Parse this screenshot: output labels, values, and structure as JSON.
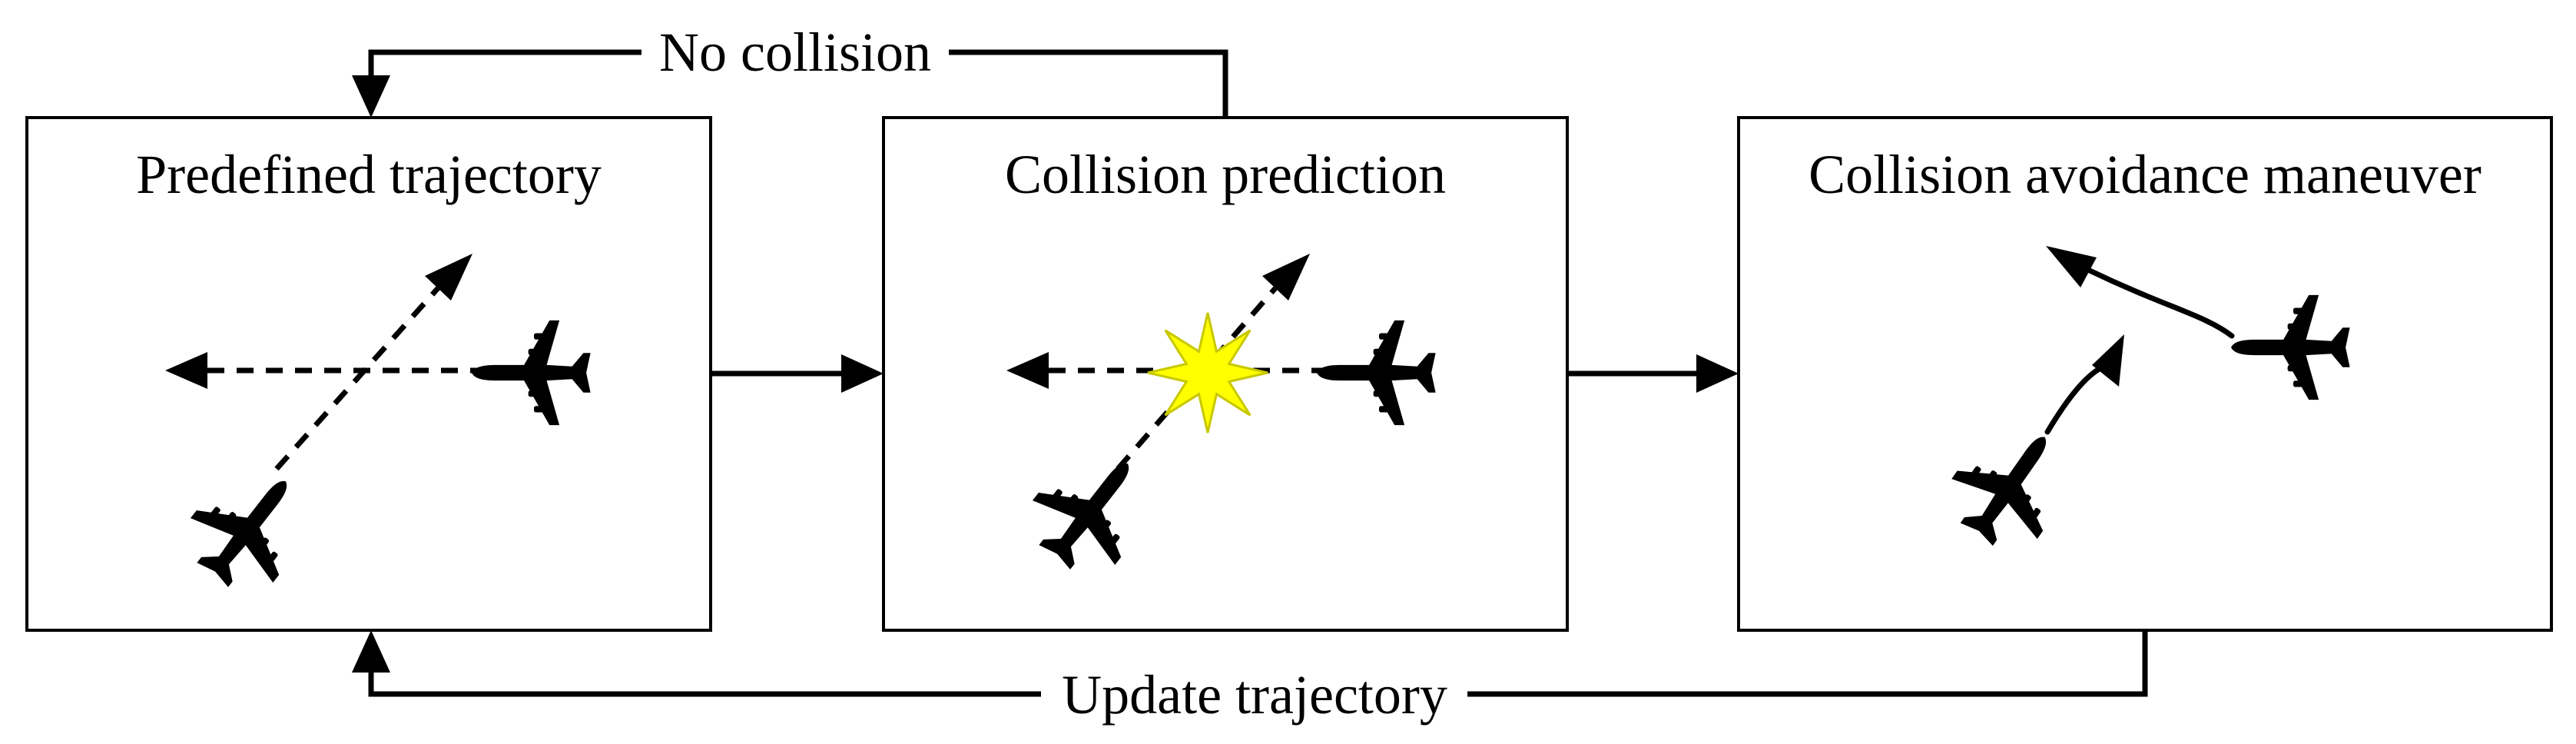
{
  "boxes": [
    {
      "title": "Predefined trajectory"
    },
    {
      "title": "Collision prediction"
    },
    {
      "title": "Collision avoidance maneuver"
    }
  ],
  "flows": {
    "no_collision": "No collision",
    "update_trajectory": "Update trajectory"
  },
  "colors": {
    "stroke": "#000000",
    "background": "#ffffff",
    "collision_star": "#ffff00",
    "collision_star_edge": "#c8c800"
  },
  "icons": [
    "airplane-icon",
    "collision-star-icon"
  ]
}
